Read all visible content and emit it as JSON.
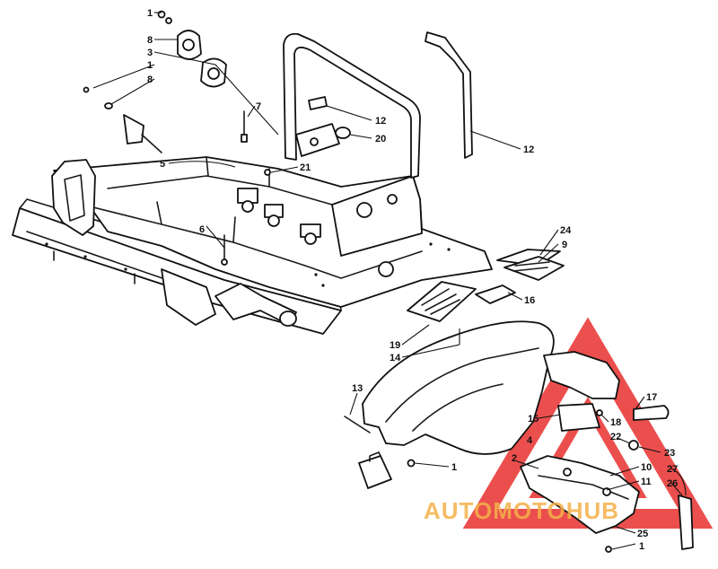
{
  "diagram": {
    "callouts": {
      "c1a": "1",
      "c8a": "8",
      "c3": "3",
      "c1b": "1",
      "c8b": "8",
      "c7": "7",
      "c12a": "12",
      "c20": "20",
      "c5": "5",
      "c21": "21",
      "c12b": "12",
      "c6": "6",
      "c24": "24",
      "c9": "9",
      "c16": "16",
      "c19": "19",
      "c14": "14",
      "c13": "13",
      "c1c": "1",
      "c17": "17",
      "c15": "15",
      "c18": "18",
      "c22": "22",
      "c4": "4",
      "c23": "23",
      "c2": "2",
      "c10": "10",
      "c11": "11",
      "c27": "27",
      "c26": "26",
      "c25": "25",
      "c1d": "1"
    },
    "watermark": "AUTOMOTOHUB",
    "colors": {
      "line": "#111111",
      "watermark": "#e8312f",
      "watermark_text": "#f5b14a"
    }
  }
}
